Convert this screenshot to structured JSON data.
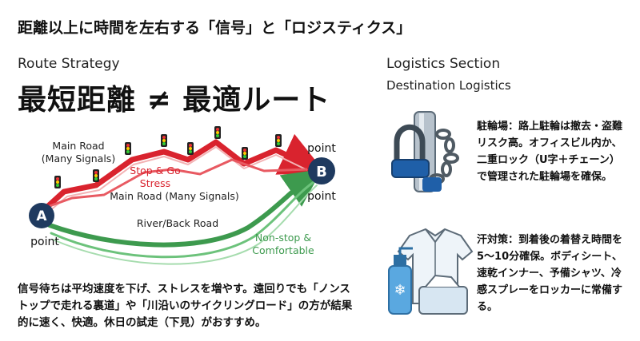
{
  "header": {
    "title": "距離以上に時間を左右する「信号」と「ロジスティクス」"
  },
  "left": {
    "section_label": "Route Strategy",
    "headline": "最短距離 ≠ 最適ルート",
    "diagram": {
      "point_a": "A",
      "point_b": "B",
      "point_a_caption": "point",
      "point_b_caption_top": "point",
      "point_b_caption_bottom": "point",
      "main_road_label_1": "Main Road",
      "main_road_label_2": "(Many Signals)",
      "main_road_label_3": "Main Road (Many Signals)",
      "stop_go_1": "Stop & Go",
      "stop_go_2": "Stress",
      "back_road_label": "River/Back Road",
      "nonstop_1": "Non-stop &",
      "nonstop_2": "Comfortable",
      "colors": {
        "main": "#d9232e",
        "back": "#3d9a4e",
        "point": "#1f3a5f"
      }
    },
    "note": "信号待ちは平均速度を下げ、ストレスを増やす。遠回りでも「ノンストップで走れる裏道」や「川沿いのサイクリングロード」の方が結果的に速く、快適。休日の試走（下見）がおすすめ。"
  },
  "right": {
    "section_label": "Logistics Section",
    "sub_label": "Destination Logistics",
    "tips": [
      {
        "icon": "bike-lock-icon",
        "text": "駐輪場：路上駐輪は撤去・盗難リスク高。オフィスビル内か、二重ロック（U字＋チェーン）で管理された駐輪場を確保。"
      },
      {
        "icon": "shirt-spray-icon",
        "text": "汗対策：到着後の着替え時間を5〜10分確保。ボディシート、速乾インナー、予備シャツ、冷感スプレーをロッカーに常備する。"
      }
    ]
  }
}
